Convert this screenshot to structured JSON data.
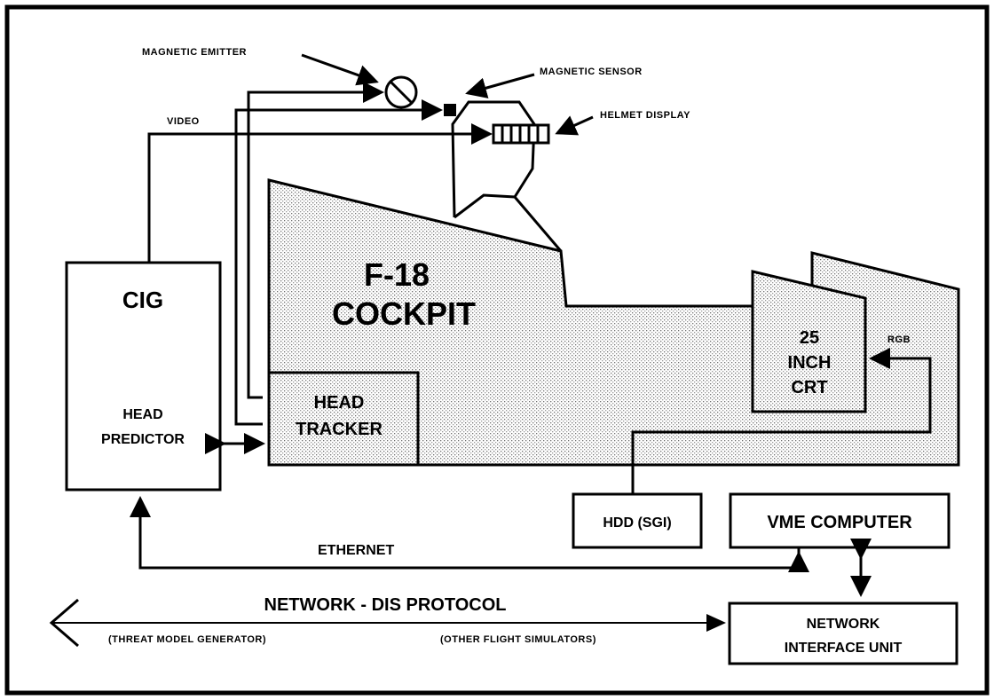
{
  "labels": {
    "magnetic_emitter": "MAGNETIC EMITTER",
    "magnetic_sensor": "MAGNETIC SENSOR",
    "helmet_display": "HELMET DISPLAY",
    "video": "VIDEO",
    "rgb": "RGB",
    "ethernet": "ETHERNET",
    "network_protocol": "NETWORK - DIS PROTOCOL",
    "threat_model": "(THREAT MODEL GENERATOR)",
    "other_sims": "(OTHER FLIGHT SIMULATORS)"
  },
  "blocks": {
    "cig": {
      "title": "CIG",
      "line1": "HEAD",
      "line2": "PREDICTOR"
    },
    "cockpit": {
      "line1": "F-18",
      "line2": "COCKPIT"
    },
    "head_tracker": {
      "line1": "HEAD",
      "line2": "TRACKER"
    },
    "crt": {
      "line1": "25",
      "line2": "INCH",
      "line3": "CRT"
    },
    "hdd": "HDD (SGI)",
    "vme": "VME COMPUTER",
    "niu": {
      "line1": "NETWORK",
      "line2": "INTERFACE UNIT"
    }
  }
}
